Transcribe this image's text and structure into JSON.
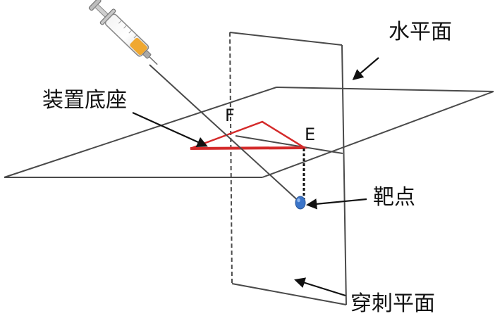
{
  "labels": {
    "horizontal_plane": "水平面",
    "device_base": "装置底座",
    "point_f": "F",
    "point_e": "E",
    "target_point": "靶点",
    "puncture_plane": "穿刺平面"
  },
  "colors": {
    "plane_line": "#4a4a4a",
    "device_base": "#d42a2a",
    "target": "#3a74c9",
    "syringe_liquid": "#f0a830",
    "syringe_body": "#8a8a8a",
    "arrow": "#111111"
  },
  "icons": {
    "syringe": "syringe-icon",
    "target": "target-point-icon"
  }
}
